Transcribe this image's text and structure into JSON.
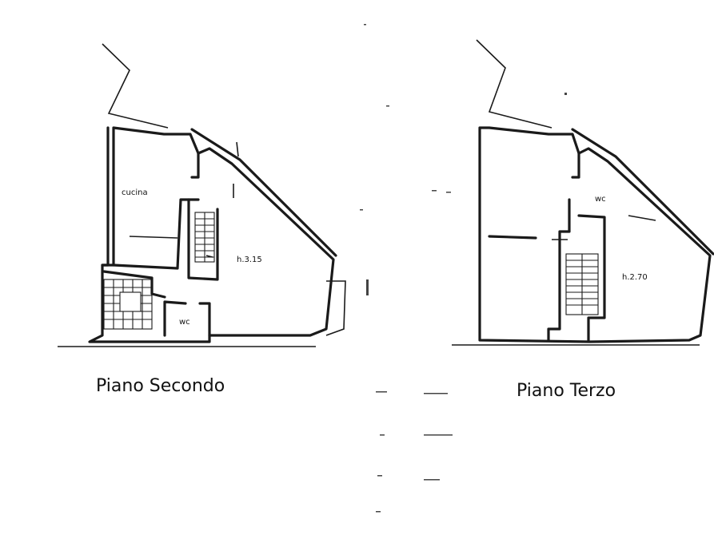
{
  "plans": [
    {
      "title": "Piano Secondo",
      "rooms": [
        {
          "label": "cucina"
        },
        {
          "label": "h.3.15"
        },
        {
          "label": "wc"
        }
      ]
    },
    {
      "title": "Piano Terzo",
      "rooms": [
        {
          "label": "wc"
        },
        {
          "label": "h.2.70"
        }
      ]
    }
  ],
  "colors": {
    "ink": "#1a1a1a",
    "paper": "#ffffff"
  }
}
